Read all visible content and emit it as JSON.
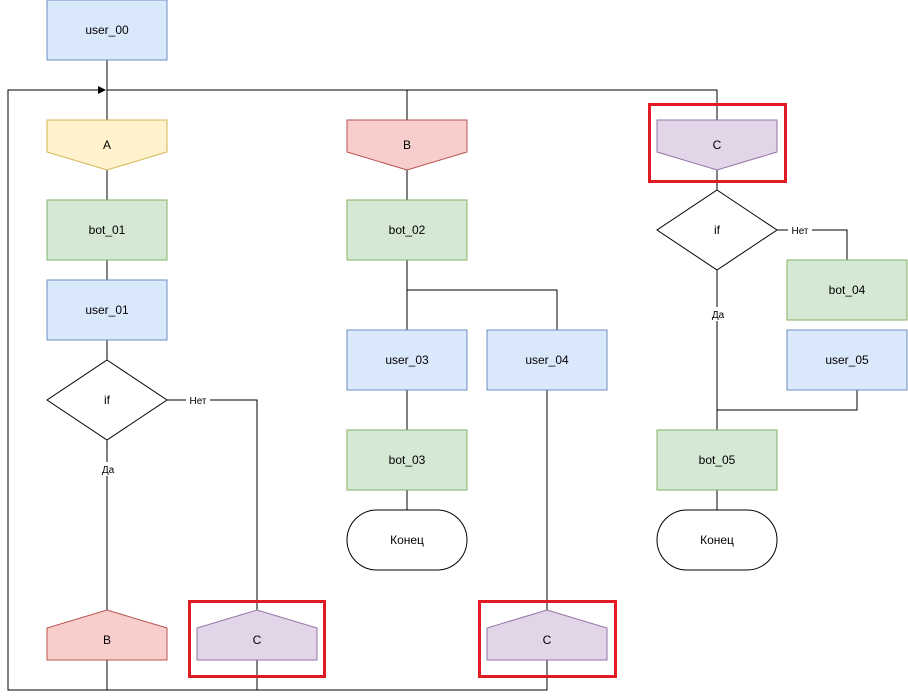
{
  "colors": {
    "blue_fill": "#dae8fc",
    "blue_stroke": "#6c8ebf",
    "green_fill": "#d5e8d4",
    "green_stroke": "#82b366",
    "yellow_fill": "#fff2cc",
    "yellow_stroke": "#d6b656",
    "red_fill": "#f8cecc",
    "red_stroke": "#b85450",
    "purple_fill": "#e1d5e7",
    "purple_stroke": "#9673a6",
    "line": "#000000",
    "highlight": "#e01b24"
  },
  "nodes": {
    "user_00": "user_00",
    "conn_a": "A",
    "conn_b_top": "B",
    "conn_c_top": "C",
    "bot_01": "bot_01",
    "user_01": "user_01",
    "if_1": "if",
    "bot_02": "bot_02",
    "user_03": "user_03",
    "user_04": "user_04",
    "bot_03": "bot_03",
    "end_1": "Конец",
    "if_2": "if",
    "bot_04": "bot_04",
    "user_05": "user_05",
    "bot_05": "bot_05",
    "end_2": "Конец",
    "conn_b_bottom": "B",
    "conn_c_bottom_left": "C",
    "conn_c_bottom_right": "C"
  },
  "edge_labels": {
    "if1_no": "Нет",
    "if1_yes": "Да",
    "if2_no": "Нет",
    "if2_yes": "Да"
  },
  "highlighted_nodes": [
    "conn_c_top",
    "conn_c_bottom_left",
    "conn_c_bottom_right"
  ]
}
